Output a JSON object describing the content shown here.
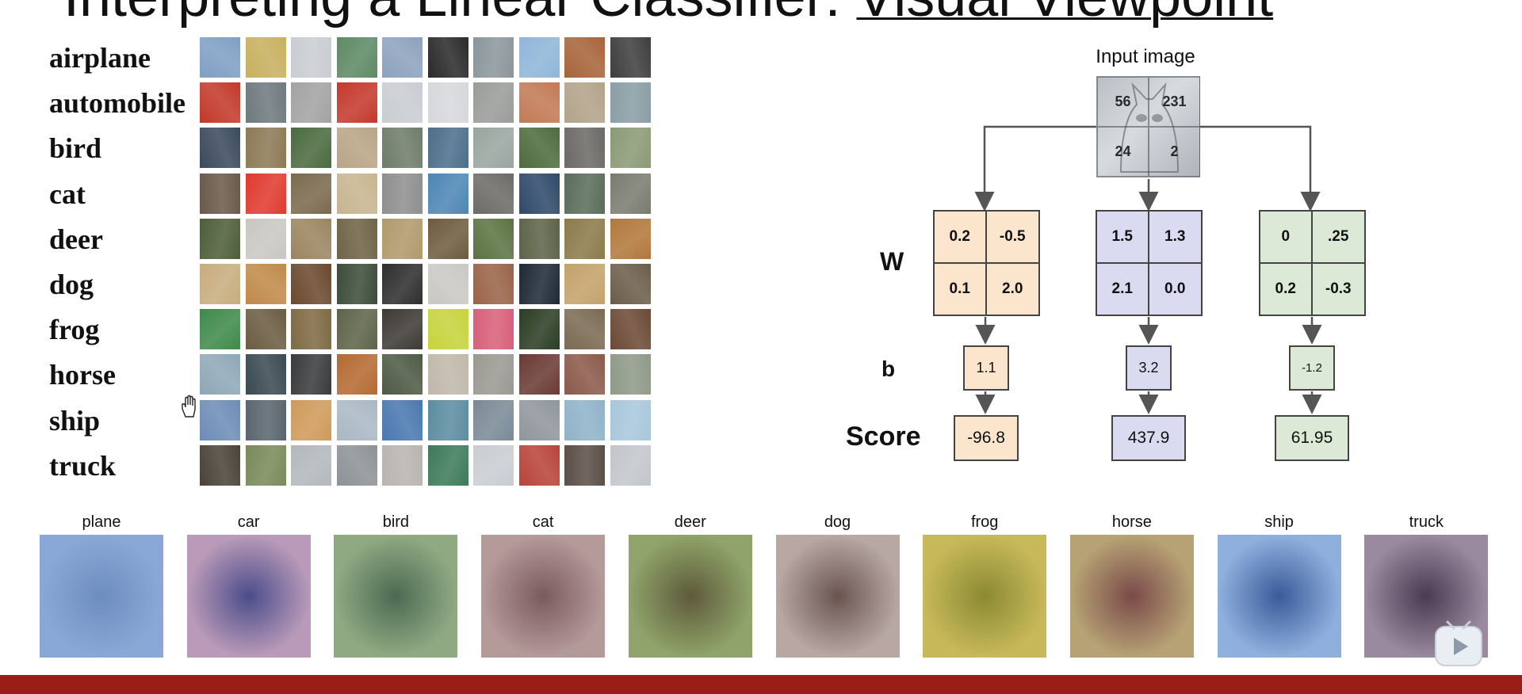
{
  "slide": {
    "title_prefix": "Interpreting a Linear Classifier: ",
    "title_link": "Visual Viewpoint",
    "bottom_bar_color": "#9a1d17"
  },
  "classes": [
    "airplane",
    "automobile",
    "bird",
    "cat",
    "deer",
    "dog",
    "frog",
    "horse",
    "ship",
    "truck"
  ],
  "thumbnail_palettes": [
    [
      "#7f9fc4",
      "#c7b060",
      "#c9cdd2",
      "#5d8a63",
      "#8ca2bc",
      "#2b2b2b",
      "#8b969c",
      "#8fb6d9",
      "#a7643a",
      "#3f3f3f"
    ],
    [
      "#c3392a",
      "#6f7a7e",
      "#a3a3a3",
      "#c4392c",
      "#c9ccd1",
      "#d6d8db",
      "#9a9c9a",
      "#c27a55",
      "#b2a38a",
      "#8a9ea5"
    ],
    [
      "#3b4a5d",
      "#8d7a55",
      "#4a6a3f",
      "#b9a486",
      "#6f7c6a",
      "#4c6f8b",
      "#9aa5a0",
      "#4d6b3d",
      "#6b6a66",
      "#8a9a76"
    ],
    [
      "#6a5a4c",
      "#e03a2f",
      "#7a6a4e",
      "#c8b58f",
      "#8f8f8f",
      "#4e86b5",
      "#6d6b67",
      "#2f4a6a",
      "#5b6d5b",
      "#7a7b70"
    ],
    [
      "#4e5e3a",
      "#c9c7c2",
      "#9b8560",
      "#6e6447",
      "#b09a6d",
      "#6d5c3f",
      "#5b7342",
      "#5e6449",
      "#8c7a4a",
      "#b2783c"
    ],
    [
      "#c7ad7e",
      "#c08a4a",
      "#6a4a2d",
      "#3d4d3a",
      "#2e2e2e",
      "#c9c8c4",
      "#9a6448",
      "#1f2a35",
      "#c4a26a",
      "#6b5d4a"
    ],
    [
      "#3f8a4a",
      "#6b5c42",
      "#7f6a44",
      "#5e6448",
      "#3d3a36",
      "#c7d33d",
      "#d8617a",
      "#2b3d24",
      "#7a6a52",
      "#6b4a36"
    ],
    [
      "#8fa7b6",
      "#3a4a52",
      "#3a3b3d",
      "#b46a32",
      "#4d5a44",
      "#c0b8aa",
      "#9a9a92",
      "#6a3a35",
      "#8a5a4a",
      "#8f9a88"
    ],
    [
      "#6d8db5",
      "#5b6670",
      "#cf9a5a",
      "#aab8c4",
      "#4a78b0",
      "#5d8da0",
      "#7a8a96",
      "#8f969c",
      "#8fb3c9",
      "#a8c7db"
    ],
    [
      "#4a4438",
      "#7a8a5a",
      "#b3b8bd",
      "#8d9296",
      "#b8b5b0",
      "#3d7a5a",
      "#c9cdd2",
      "#b8443a",
      "#5b5048",
      "#c2c6cb"
    ]
  ],
  "diagram": {
    "input_caption": "Input image",
    "pixels": [
      "56",
      "231",
      "24",
      "2"
    ],
    "w_label": "W",
    "b_label": "b",
    "score_label": "Score",
    "classifiers": [
      {
        "w": [
          "0.2",
          "-0.5",
          "0.1",
          "2.0"
        ],
        "b": "1.1",
        "score": "-96.8",
        "color": "#fbe5cd"
      },
      {
        "w": [
          "1.5",
          "1.3",
          "2.1",
          "0.0"
        ],
        "b": "3.2",
        "score": "437.9",
        "color": "#dadaf0"
      },
      {
        "w": [
          "0",
          ".25",
          "0.2",
          "-0.3"
        ],
        "b": "-1.2",
        "score": "61.95",
        "color": "#dbe9d6"
      }
    ]
  },
  "templates": [
    {
      "label": "plane",
      "c1": "#6d8dbf",
      "c2": "#8aa8d6"
    },
    {
      "label": "car",
      "c1": "#4a4c8a",
      "c2": "#b99ab8"
    },
    {
      "label": "bird",
      "c1": "#4a6a52",
      "c2": "#8fa982"
    },
    {
      "label": "cat",
      "c1": "#7a5a5e",
      "c2": "#b59a9a"
    },
    {
      "label": "deer",
      "c1": "#5e5a3a",
      "c2": "#8fa36a"
    },
    {
      "label": "dog",
      "c1": "#6a5450",
      "c2": "#b7a8a4"
    },
    {
      "label": "frog",
      "c1": "#8a8a32",
      "c2": "#c7b85a"
    },
    {
      "label": "horse",
      "c1": "#7a4a4a",
      "c2": "#b6a274"
    },
    {
      "label": "ship",
      "c1": "#3a5a9a",
      "c2": "#8fb0dd"
    },
    {
      "label": "truck",
      "c1": "#4a3a52",
      "c2": "#9a8a9e"
    }
  ]
}
